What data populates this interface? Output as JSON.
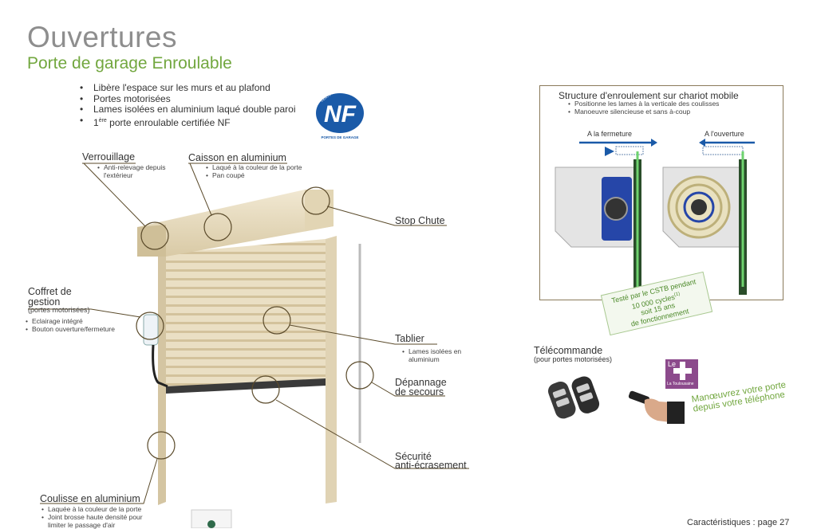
{
  "header": {
    "title": "Ouvertures",
    "subtitle": "Porte de garage Enroulable"
  },
  "features": [
    "Libère l'espace sur les murs et au plafond",
    "Portes motorisées",
    "Lames isolées en aluminium laqué double paroi",
    "porte enroulable certifiée NF"
  ],
  "feature_first_prefix": "1",
  "feature_first_sup": "ère",
  "nf_logo": {
    "text": "NF",
    "arc": "CERTIFIÉ PAR CSTB",
    "caption": "PORTES DE GARAGE"
  },
  "labels": {
    "verrouillage": {
      "title": "Verrouillage",
      "items": [
        "Anti-relevage depuis l'extérieur"
      ]
    },
    "caisson": {
      "title": "Caisson en aluminium",
      "items": [
        "Laqué à la couleur de la porte",
        "Pan coupé"
      ]
    },
    "stop_chute": {
      "title": "Stop Chute"
    },
    "coffret": {
      "title": "Coffret de gestion",
      "sub": "(portes motorisées)",
      "items": [
        "Eclairage intégré",
        "Bouton ouverture/fermeture"
      ]
    },
    "tablier": {
      "title": "Tablier",
      "items": [
        "Lames isolées en aluminium"
      ]
    },
    "depannage": {
      "title_line1": "Dépannage",
      "title_line2": "de secours"
    },
    "securite": {
      "title_line1": "Sécurité",
      "title_line2": "anti-écrasement"
    },
    "coulisse": {
      "title": "Coulisse en aluminium",
      "items": [
        "Laquée à la couleur de la porte",
        "Joint brosse haute densité pour limiter le passage d'air"
      ]
    }
  },
  "structure": {
    "title": "Structure d'enroulement sur chariot mobile",
    "items": [
      "Positionne les lames à la verticale des coulisses",
      "Manoeuvre silencieuse et sans à-coup"
    ],
    "left_caption": "A la fermeture",
    "right_caption": "A l'ouverture"
  },
  "stamp": {
    "line1": "Testé par le CSTB pendant",
    "line2": "10 000 cycles",
    "line2_sup": "(1)",
    "line3": "soit 15 ans",
    "line4": "de fonctionnement"
  },
  "remote": {
    "title": "Télécommande",
    "sub": "(pour portes motorisées)",
    "le_logo_text": "Le",
    "le_logo_caption": "La Toulousaine",
    "phone_text": "Manœuvrez votre porte depuis votre téléphone"
  },
  "footer": {
    "text": "Caractéristiques : page 27"
  },
  "colors": {
    "accent_green": "#72a73f",
    "title_gray": "#8e8e8e",
    "door_beige": "#e8dcc0",
    "nf_blue": "#1a5aa8",
    "box_border": "#8a7a5a",
    "le_purple": "#8c4a8c"
  }
}
